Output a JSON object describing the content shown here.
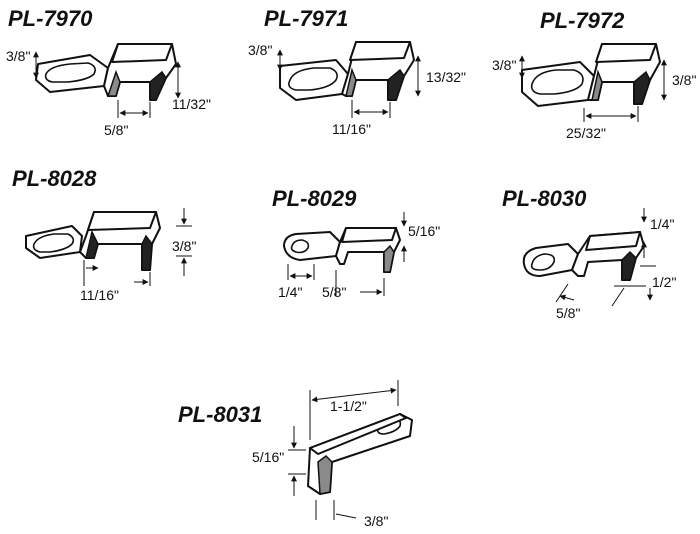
{
  "parts": [
    {
      "id": "PL-7970",
      "dims": [
        "3/8\"",
        "5/8\"",
        "11/32\""
      ]
    },
    {
      "id": "PL-7971",
      "dims": [
        "3/8\"",
        "11/16\"",
        "13/32\""
      ]
    },
    {
      "id": "PL-7972",
      "dims": [
        "3/8\"",
        "25/32\"",
        "3/8\""
      ]
    },
    {
      "id": "PL-8028",
      "dims": [
        "11/16\"",
        "3/8\""
      ]
    },
    {
      "id": "PL-8029",
      "dims": [
        "1/4\"",
        "5/8\"",
        "5/16\""
      ]
    },
    {
      "id": "PL-8030",
      "dims": [
        "1/4\"",
        "1/2\"",
        "5/8\""
      ]
    },
    {
      "id": "PL-8031",
      "dims": [
        "1-1/2\"",
        "5/16\"",
        "3/8\""
      ]
    }
  ]
}
